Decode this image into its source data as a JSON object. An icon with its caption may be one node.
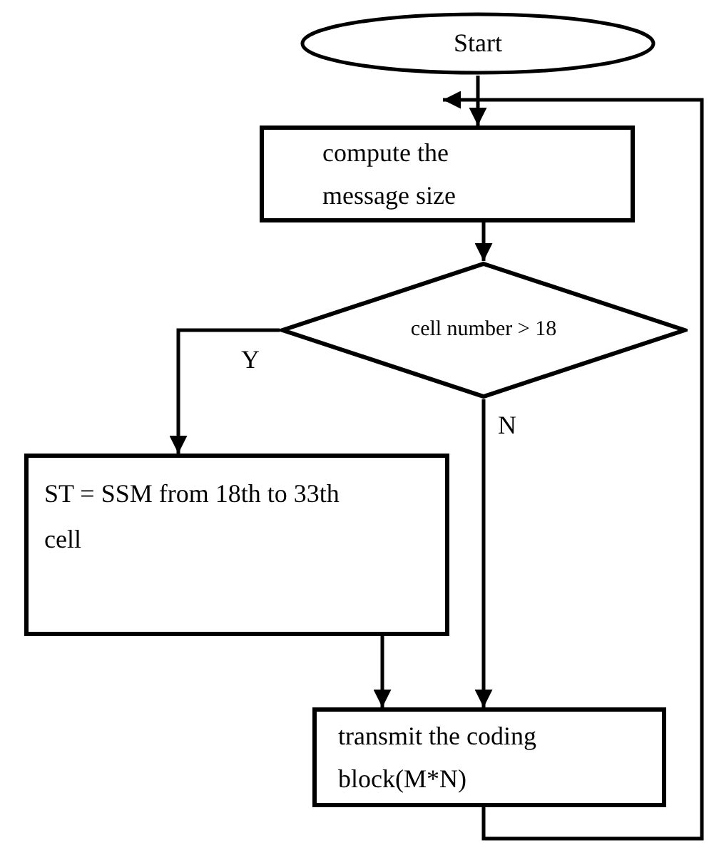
{
  "diagram": {
    "nodes": [
      {
        "text": [
          "Start"
        ]
      },
      {
        "text": [
          "compute the message size"
        ]
      },
      {
        "text": [
          "cell number > 18"
        ]
      },
      {
        "text": [
          "ST = SSM from 18th to 33th cell"
        ]
      },
      {
        "text": [
          "transmit the coding block(M*N)"
        ]
      }
    ],
    "edges": [
      {
        "from": 0,
        "to": 1,
        "arrow": "to"
      },
      {
        "from": 1,
        "to": 2,
        "arrow": "to"
      },
      {
        "from": 2,
        "to": 3,
        "arrow": "to",
        "label": "Y"
      },
      {
        "from": 2,
        "to": 4,
        "arrow": "to",
        "label": "N"
      },
      {
        "from": 3,
        "to": 4,
        "arrow": "to"
      },
      {
        "from": 4,
        "to": 1,
        "arrow": "to"
      }
    ]
  }
}
